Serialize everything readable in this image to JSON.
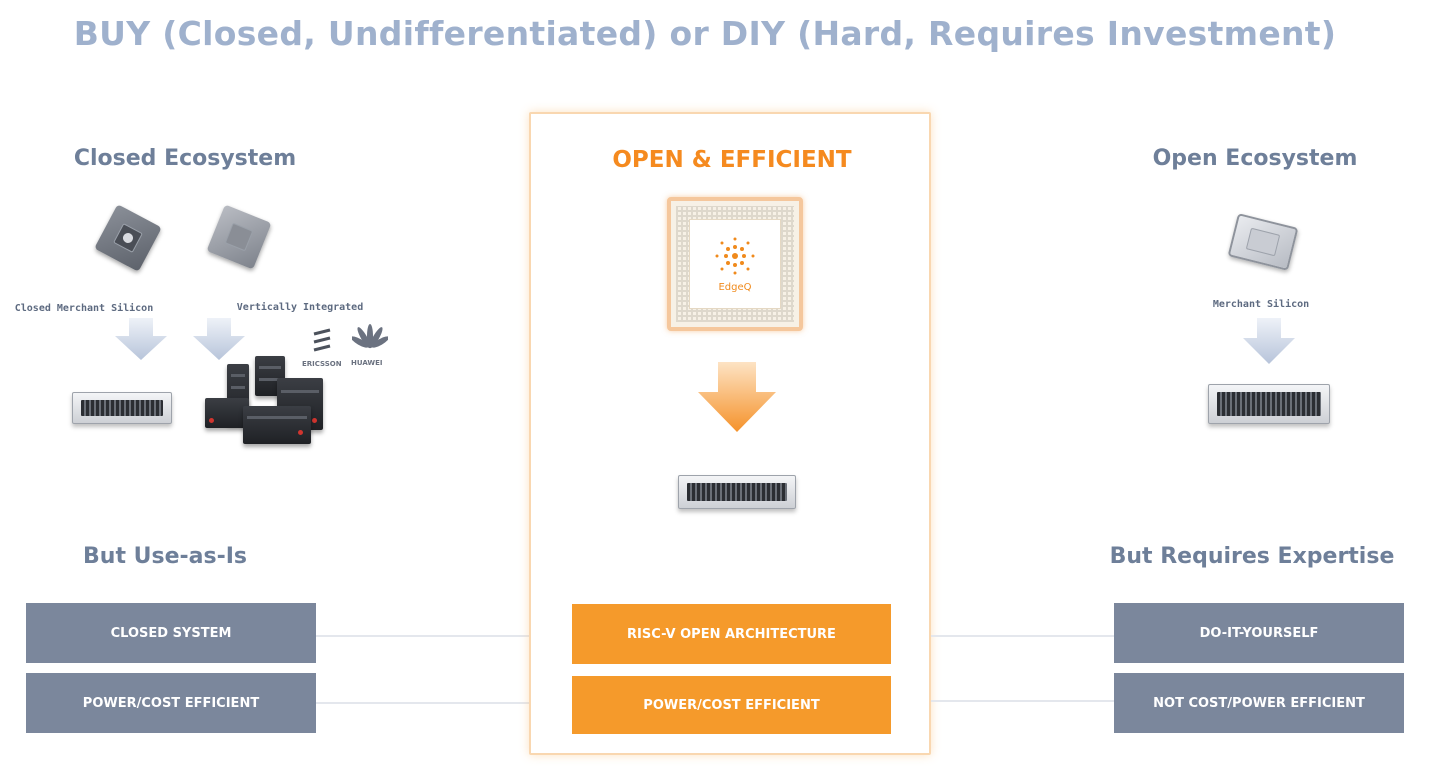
{
  "title": "BUY (Closed, Undifferentiated) or DIY (Hard, Requires Investment)",
  "left": {
    "heading": "Closed Ecosystem",
    "label_merchant": "Closed Merchant Silicon",
    "label_vertical": "Vertically Integrated",
    "vendor_ericsson": "ERICSSON",
    "vendor_huawei": "HUAWEI",
    "subheading": "But Use-as-Is",
    "boxes": [
      "CLOSED SYSTEM",
      "POWER/COST EFFICIENT"
    ]
  },
  "center": {
    "heading": "OPEN & EFFICIENT",
    "chip_brand": "EdgeQ",
    "boxes": [
      "RISC-V OPEN ARCHITECTURE",
      "POWER/COST EFFICIENT"
    ]
  },
  "right": {
    "heading": "Open Ecosystem",
    "label_merchant": "Merchant Silicon",
    "subheading": "But Requires Expertise",
    "boxes": [
      "DO-IT-YOURSELF",
      "NOT COST/POWER EFFICIENT"
    ]
  },
  "colors": {
    "title": "#9fb1cd",
    "heading": "#6e7f99",
    "accent_orange": "#f59a2b",
    "box_gray": "#7b879c"
  },
  "icons": {
    "left_chip_1": "chip-icon",
    "left_chip_2": "chip-icon",
    "right_chip": "cpu-icon",
    "arrows": "down-arrow-icon",
    "servers": "server-icon",
    "edgeq_logo": "edgeq-logo-icon"
  }
}
